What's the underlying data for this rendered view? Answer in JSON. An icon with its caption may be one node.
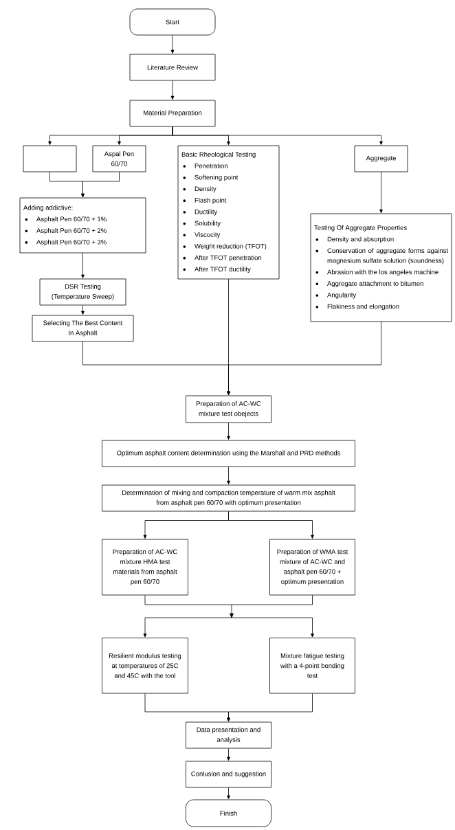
{
  "diagram": {
    "nodes": [
      {
        "text": [
          "Start"
        ]
      },
      {
        "text": [
          "Literature Review"
        ]
      },
      {
        "text": [
          "Material Preparation"
        ]
      },
      {
        "text": [],
        "shape": "box"
      },
      {
        "text": [
          "Aspal Pen 60/70"
        ]
      },
      {
        "text": [
          "Basic Rheological Testing",
          "Penetration",
          "Softening point",
          "Density",
          "Flash point",
          "Ductility",
          "Solubility",
          "Viscocity",
          "Weight reduction (TFOT)",
          "After TFOT penetration",
          "After TFOT ductility"
        ]
      },
      {
        "text": [
          "Aggregate"
        ]
      },
      {
        "text": [
          "Adding addictive:",
          "Asphalt Pen 60/70 + 1%",
          "Asphalt Pen 60/70 + 2%",
          "Asphalt Pen 60/70 + 3%"
        ]
      },
      {
        "text": [
          "Testing Of Aggregate Properties",
          "Density and absorption",
          "Conservation of aggregate forms against magnesium sulfate solution (soundness)",
          "Abrasion with the los angeles machine",
          "Aggregate attachment to bitumen",
          "Angularity",
          "Flakiness and elongation"
        ]
      },
      {
        "text": [
          "DSR Testing (Temperature Sweep)"
        ]
      },
      {
        "text": [
          "Selecting The Best Content In Asphalt"
        ]
      },
      {
        "text": [
          "Preparation of AC-WC mixture test obejects"
        ]
      },
      {
        "text": [
          "Optimum asphalt content determination using the Marshall and PRD methods"
        ]
      },
      {
        "text": [
          "Determination of mixing and compaction temperature of warm mix asphalt from asphalt pen 60/70 with optimum presentation"
        ]
      },
      {
        "text": [
          "Preparation of AC-WC mixture HMA test materials from asphalt pen 60/70"
        ]
      },
      {
        "text": [
          "Preparation of WMA test mixture of AC-WC and asphalt pen 60/70 + optimum presentation"
        ]
      },
      {
        "text": [
          "Resilient modulus testing at temperatures of 25C and 45C with the tool"
        ]
      },
      {
        "text": [
          "Mixture fatigue testing with a 4-point bending test"
        ]
      },
      {
        "text": [
          "Data presentation and analysis"
        ]
      },
      {
        "text": [
          "Conlusion and suggestion"
        ]
      },
      {
        "text": [
          "Finish"
        ]
      }
    ],
    "edges": [
      {
        "from": 0,
        "to": 1,
        "arrow": "to"
      },
      {
        "from": 1,
        "to": 2,
        "arrow": "to"
      },
      {
        "from": 2,
        "to": 3,
        "arrow": "to"
      },
      {
        "from": 2,
        "to": 4,
        "arrow": "to"
      },
      {
        "from": 2,
        "to": 5,
        "arrow": "to"
      },
      {
        "from": 2,
        "to": 6,
        "arrow": "to"
      },
      {
        "from": 3,
        "to": 7,
        "arrow": "to"
      },
      {
        "from": 4,
        "to": 7,
        "arrow": "to"
      },
      {
        "from": 7,
        "to": 9,
        "arrow": "to"
      },
      {
        "from": 9,
        "to": 10,
        "arrow": "to"
      },
      {
        "from": 6,
        "to": 8,
        "arrow": "to"
      },
      {
        "from": 10,
        "to": 11,
        "arrow": "to"
      },
      {
        "from": 5,
        "to": 11,
        "arrow": "to"
      },
      {
        "from": 8,
        "to": 11,
        "arrow": "to"
      },
      {
        "from": 11,
        "to": 12,
        "arrow": "to"
      },
      {
        "from": 12,
        "to": 13,
        "arrow": "to"
      },
      {
        "from": 13,
        "to": 14,
        "arrow": "to"
      },
      {
        "from": 13,
        "to": 15,
        "arrow": "to"
      },
      {
        "from": 14,
        "to": 16,
        "arrow": "to"
      },
      {
        "from": 14,
        "to": 17,
        "arrow": "to"
      },
      {
        "from": 15,
        "to": 16,
        "arrow": "to"
      },
      {
        "from": 15,
        "to": 17,
        "arrow": "to"
      },
      {
        "from": 16,
        "to": 18,
        "arrow": "to"
      },
      {
        "from": 17,
        "to": 18,
        "arrow": "to"
      },
      {
        "from": 18,
        "to": 19,
        "arrow": "to"
      },
      {
        "from": 19,
        "to": 20,
        "arrow": "to"
      }
    ]
  }
}
